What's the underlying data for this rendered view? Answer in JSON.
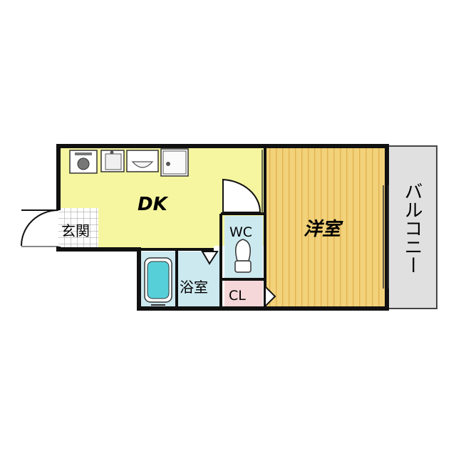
{
  "rooms": {
    "dk": {
      "label": "DK",
      "color": "#f6f6a0"
    },
    "entrance": {
      "label": "玄関"
    },
    "western": {
      "label": "洋室",
      "color": "#f2d27a",
      "stripe": "#e6b654"
    },
    "wc": {
      "label": "WC",
      "color": "#cde9f0"
    },
    "bath": {
      "label": "浴室",
      "color": "#cde9f0"
    },
    "closet": {
      "label": "CL",
      "color": "#f6d7d9"
    },
    "balcony": {
      "label": "バルコニー",
      "color": "#e0e0e0"
    }
  },
  "colors": {
    "wall": "#111111",
    "floor_grid": "#8c8c8c"
  },
  "icons": [
    "stove-icon",
    "sink-icon",
    "counter-sink-icon",
    "washer-icon",
    "toilet-icon",
    "bathtub-icon",
    "door-swing-icon"
  ]
}
